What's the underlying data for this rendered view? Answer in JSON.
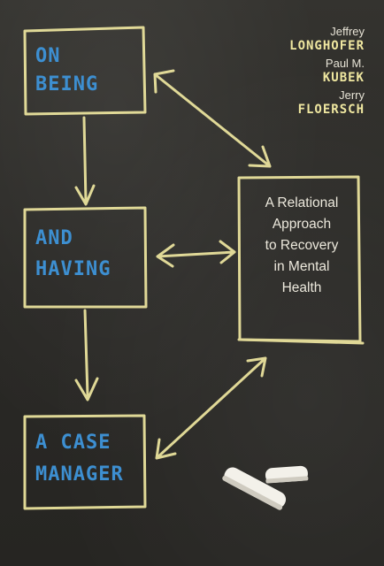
{
  "title": {
    "line1": "ON BEING",
    "line2": "AND HAVING",
    "line3": "A CASE",
    "line4": "MANAGER"
  },
  "subtitle": {
    "lines": [
      "A Relational",
      "Approach",
      "to Recovery",
      "in Mental",
      "Health"
    ]
  },
  "authors": [
    {
      "first": "Jeffrey",
      "last": "LONGHOFER"
    },
    {
      "first": "Paul M.",
      "last": "KUBEK"
    },
    {
      "first": "Jerry",
      "last": "FLOERSCH"
    }
  ],
  "colors": {
    "title_blue": "#3d8fd1",
    "chalk_yellow": "#efe7a0",
    "chalk_white": "#ece8dc",
    "board": "#2b2a27"
  },
  "icons": [
    "chalk-box",
    "chalk-arrow",
    "chalk-sticks"
  ]
}
